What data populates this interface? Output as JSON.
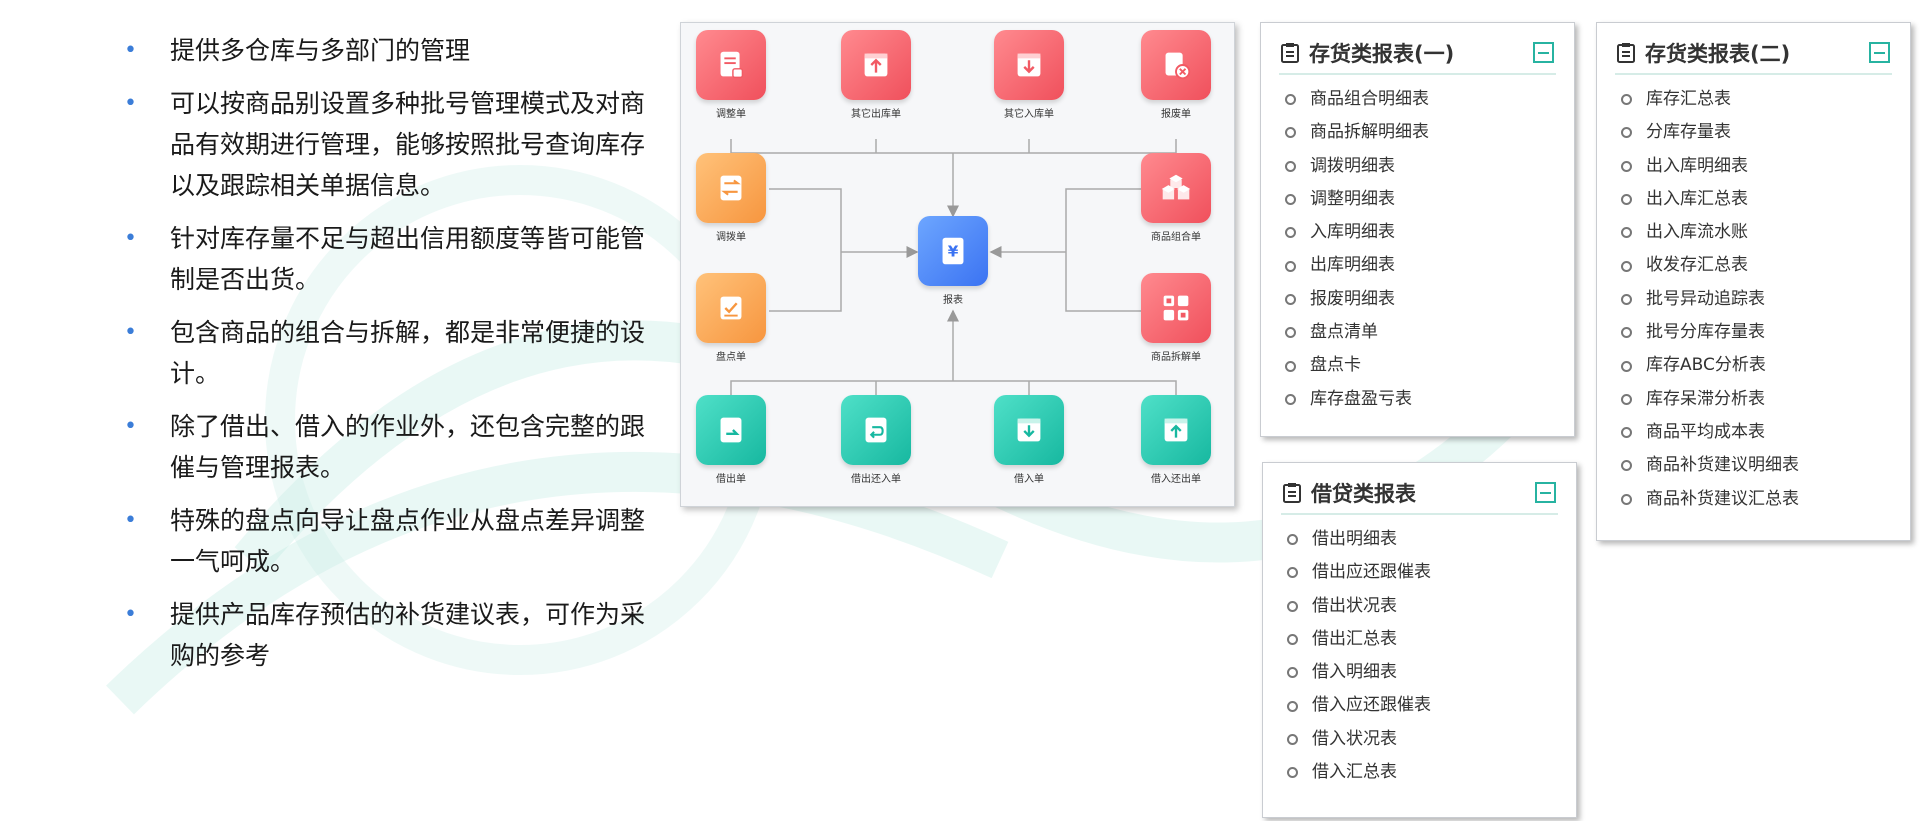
{
  "features": [
    "提供多仓库与多部门的管理",
    "可以按商品别设置多种批号管理模式及对商品有效期进行管理，能够按照批号查询库存以及跟踪相关单据信息。",
    "针对库存量不足与超出信用额度等皆可能管制是否出货。",
    "包含商品的组合与拆解，都是非常便捷的设计。",
    "除了借出、借入的作业外，还包含完整的跟催与管理报表。",
    "特殊的盘点向导让盘点作业从盘点差异调整一气呵成。",
    "提供产品库存预估的补货建议表，可作为采购的参考"
  ],
  "flow": {
    "center": {
      "label": "报表",
      "icon": "yen-report-icon",
      "color": "#4a82f7"
    },
    "top": [
      {
        "label": "调整单",
        "icon": "adjust-doc-icon",
        "color": "#f4606a"
      },
      {
        "label": "其它出库单",
        "icon": "box-out-icon",
        "color": "#f4606a"
      },
      {
        "label": "其它入库单",
        "icon": "box-in-icon",
        "color": "#f4606a"
      },
      {
        "label": "报废单",
        "icon": "scrap-icon",
        "color": "#f4606a"
      }
    ],
    "left": [
      {
        "label": "调拨单",
        "icon": "transfer-icon",
        "color": "#f9a24d"
      },
      {
        "label": "盘点单",
        "icon": "checklist-icon",
        "color": "#f9a24d"
      }
    ],
    "right": [
      {
        "label": "商品组合单",
        "icon": "cubes-icon",
        "color": "#f4606a"
      },
      {
        "label": "商品拆解单",
        "icon": "split-icon",
        "color": "#f4606a"
      }
    ],
    "bottom": [
      {
        "label": "借出单",
        "icon": "lend-out-icon",
        "color": "#21c3ab"
      },
      {
        "label": "借出还入单",
        "icon": "return-in-icon",
        "color": "#21c3ab"
      },
      {
        "label": "借入单",
        "icon": "borrow-in-icon",
        "color": "#21c3ab"
      },
      {
        "label": "借入还出单",
        "icon": "return-out-icon",
        "color": "#21c3ab"
      }
    ]
  },
  "panels": [
    {
      "title": "存货类报表(一)",
      "items": [
        "商品组合明细表",
        "商品拆解明细表",
        "调拨明细表",
        "调整明细表",
        "入库明细表",
        "出库明细表",
        "报废明细表",
        "盘点清单",
        "盘点卡",
        "库存盘盈亏表"
      ]
    },
    {
      "title": "存货类报表(二)",
      "items": [
        "库存汇总表",
        "分库存量表",
        "出入库明细表",
        "出入库汇总表",
        "出入库流水账",
        "收发存汇总表",
        "批号异动追踪表",
        "批号分库存量表",
        "库存ABC分析表",
        "库存呆滞分析表",
        "商品平均成本表",
        "商品补货建议明细表",
        "商品补货建议汇总表"
      ]
    },
    {
      "title": "借贷类报表",
      "items": [
        "借出明细表",
        "借出应还跟催表",
        "借出状况表",
        "借出汇总表",
        "借入明细表",
        "借入应还跟催表",
        "借入状况表",
        "借入汇总表"
      ]
    }
  ],
  "colors": {
    "accent": "#27b3a1",
    "bullet": "#3b7dd8"
  }
}
